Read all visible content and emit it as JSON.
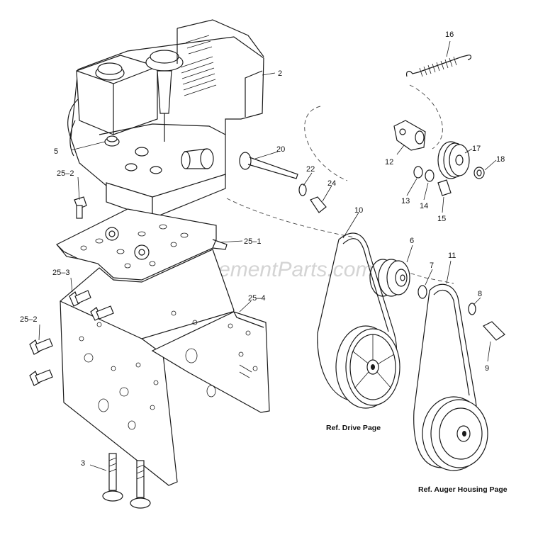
{
  "watermark": "eReplacementParts.com",
  "callouts": {
    "c2": "2",
    "c3": "3",
    "c5": "5",
    "c6": "6",
    "c7": "7",
    "c8": "8",
    "c9": "9",
    "c10": "10",
    "c11": "11",
    "c12": "12",
    "c13": "13",
    "c14": "14",
    "c15": "15",
    "c16": "16",
    "c17": "17",
    "c18": "18",
    "c20": "20",
    "c22": "22",
    "c24": "24",
    "c25_1": "25–1",
    "c25_2a": "25–2",
    "c25_2b": "25–2",
    "c25_3": "25–3",
    "c25_4": "25–4"
  },
  "references": {
    "drive": "Ref. Drive Page",
    "auger": "Ref. Auger Housing Page"
  }
}
